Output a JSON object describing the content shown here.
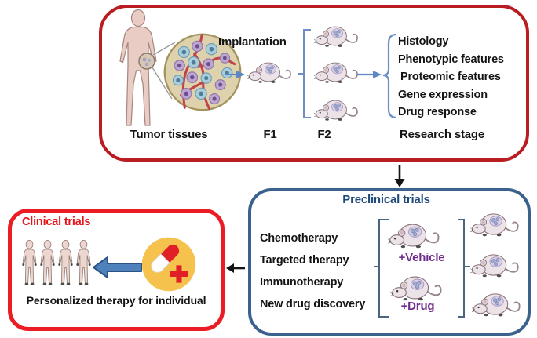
{
  "top_panel": {
    "implantation_label": "Implantation",
    "tumor_tissues_label": "Tumor tissues",
    "f1_label": "F1",
    "f2_label": "F2",
    "research_stage_label": "Research stage",
    "research_items": [
      "Histology",
      "Phenotypic features",
      "Proteomic features",
      "Gene expression",
      "Drug response"
    ]
  },
  "preclinical_panel": {
    "title": "Preclinical trials",
    "therapies": [
      "Chemotherapy",
      "Targeted therapy",
      "Immunotherapy",
      "New drug discovery"
    ],
    "vehicle_label": "+Vehicle",
    "drug_label": "+Drug"
  },
  "clinical_panel": {
    "title": "Clinical trials",
    "caption": "Personalized therapy for individual"
  },
  "icons": {
    "mouse": "pdx-mouse-icon",
    "human_figure": "patient-silhouette-icon",
    "tumor_tissue": "tumor-histology-circle-icon",
    "pill": "pill-capsule-cross-icon",
    "person_group": "patient-group-icon",
    "arrows": [
      "implantation-arrow",
      "f2-research-arrow",
      "top-to-preclinical-arrow",
      "preclinical-to-clinical-arrow",
      "therapy-to-patients-block-arrow"
    ]
  },
  "colors": {
    "top_box_border": "#b91d22",
    "clinical_box_border": "#ec1c24",
    "preclinical_box_border": "#3a628c",
    "preclinical_title": "#1f4879",
    "clinical_title": "#e8131b",
    "treatment_label": "#702f8e",
    "blue_arrow": "#5b87c5",
    "block_arrow_fill": "#4f81bd",
    "pill_circle": "#f4c24d",
    "pill_red": "#e01f26",
    "black_text": "#141414"
  }
}
